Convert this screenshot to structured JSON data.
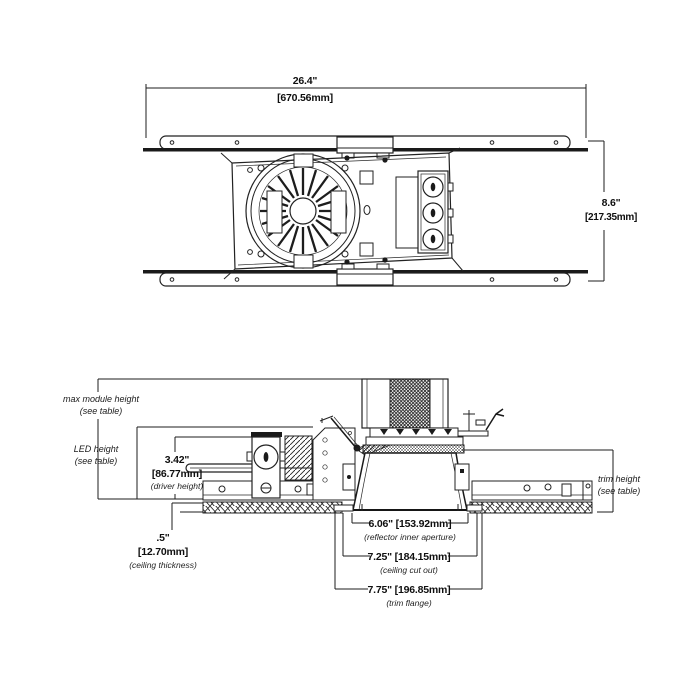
{
  "top_view": {
    "width_in": "26.4\"",
    "width_mm": "[670.56mm]",
    "height_in": "8.6\"",
    "height_mm": "[217.35mm]"
  },
  "section_view": {
    "max_module_height_line1": "max module height",
    "max_module_height_line2": "(see table)",
    "led_height_line1": "LED height",
    "led_height_line2": "(see table)",
    "driver_height_in": "3.42\"",
    "driver_height_mm": "[86.77mm]",
    "driver_height_caption": "(driver height)",
    "ceiling_thickness_in": ".5\"",
    "ceiling_thickness_mm": "[12.70mm]",
    "ceiling_thickness_caption": "(ceiling thickness)",
    "trim_height_line1": "trim height",
    "trim_height_line2": "(see table)",
    "reflector_aperture_dim": "6.06\" [153.92mm]",
    "reflector_aperture_caption": "(reflector inner aperture)",
    "ceiling_cutout_dim": "7.25\" [184.15mm]",
    "ceiling_cutout_caption": "(ceiling cut out)",
    "trim_flange_dim": "7.75\" [196.85mm]",
    "trim_flange_caption": "(trim flange)"
  }
}
